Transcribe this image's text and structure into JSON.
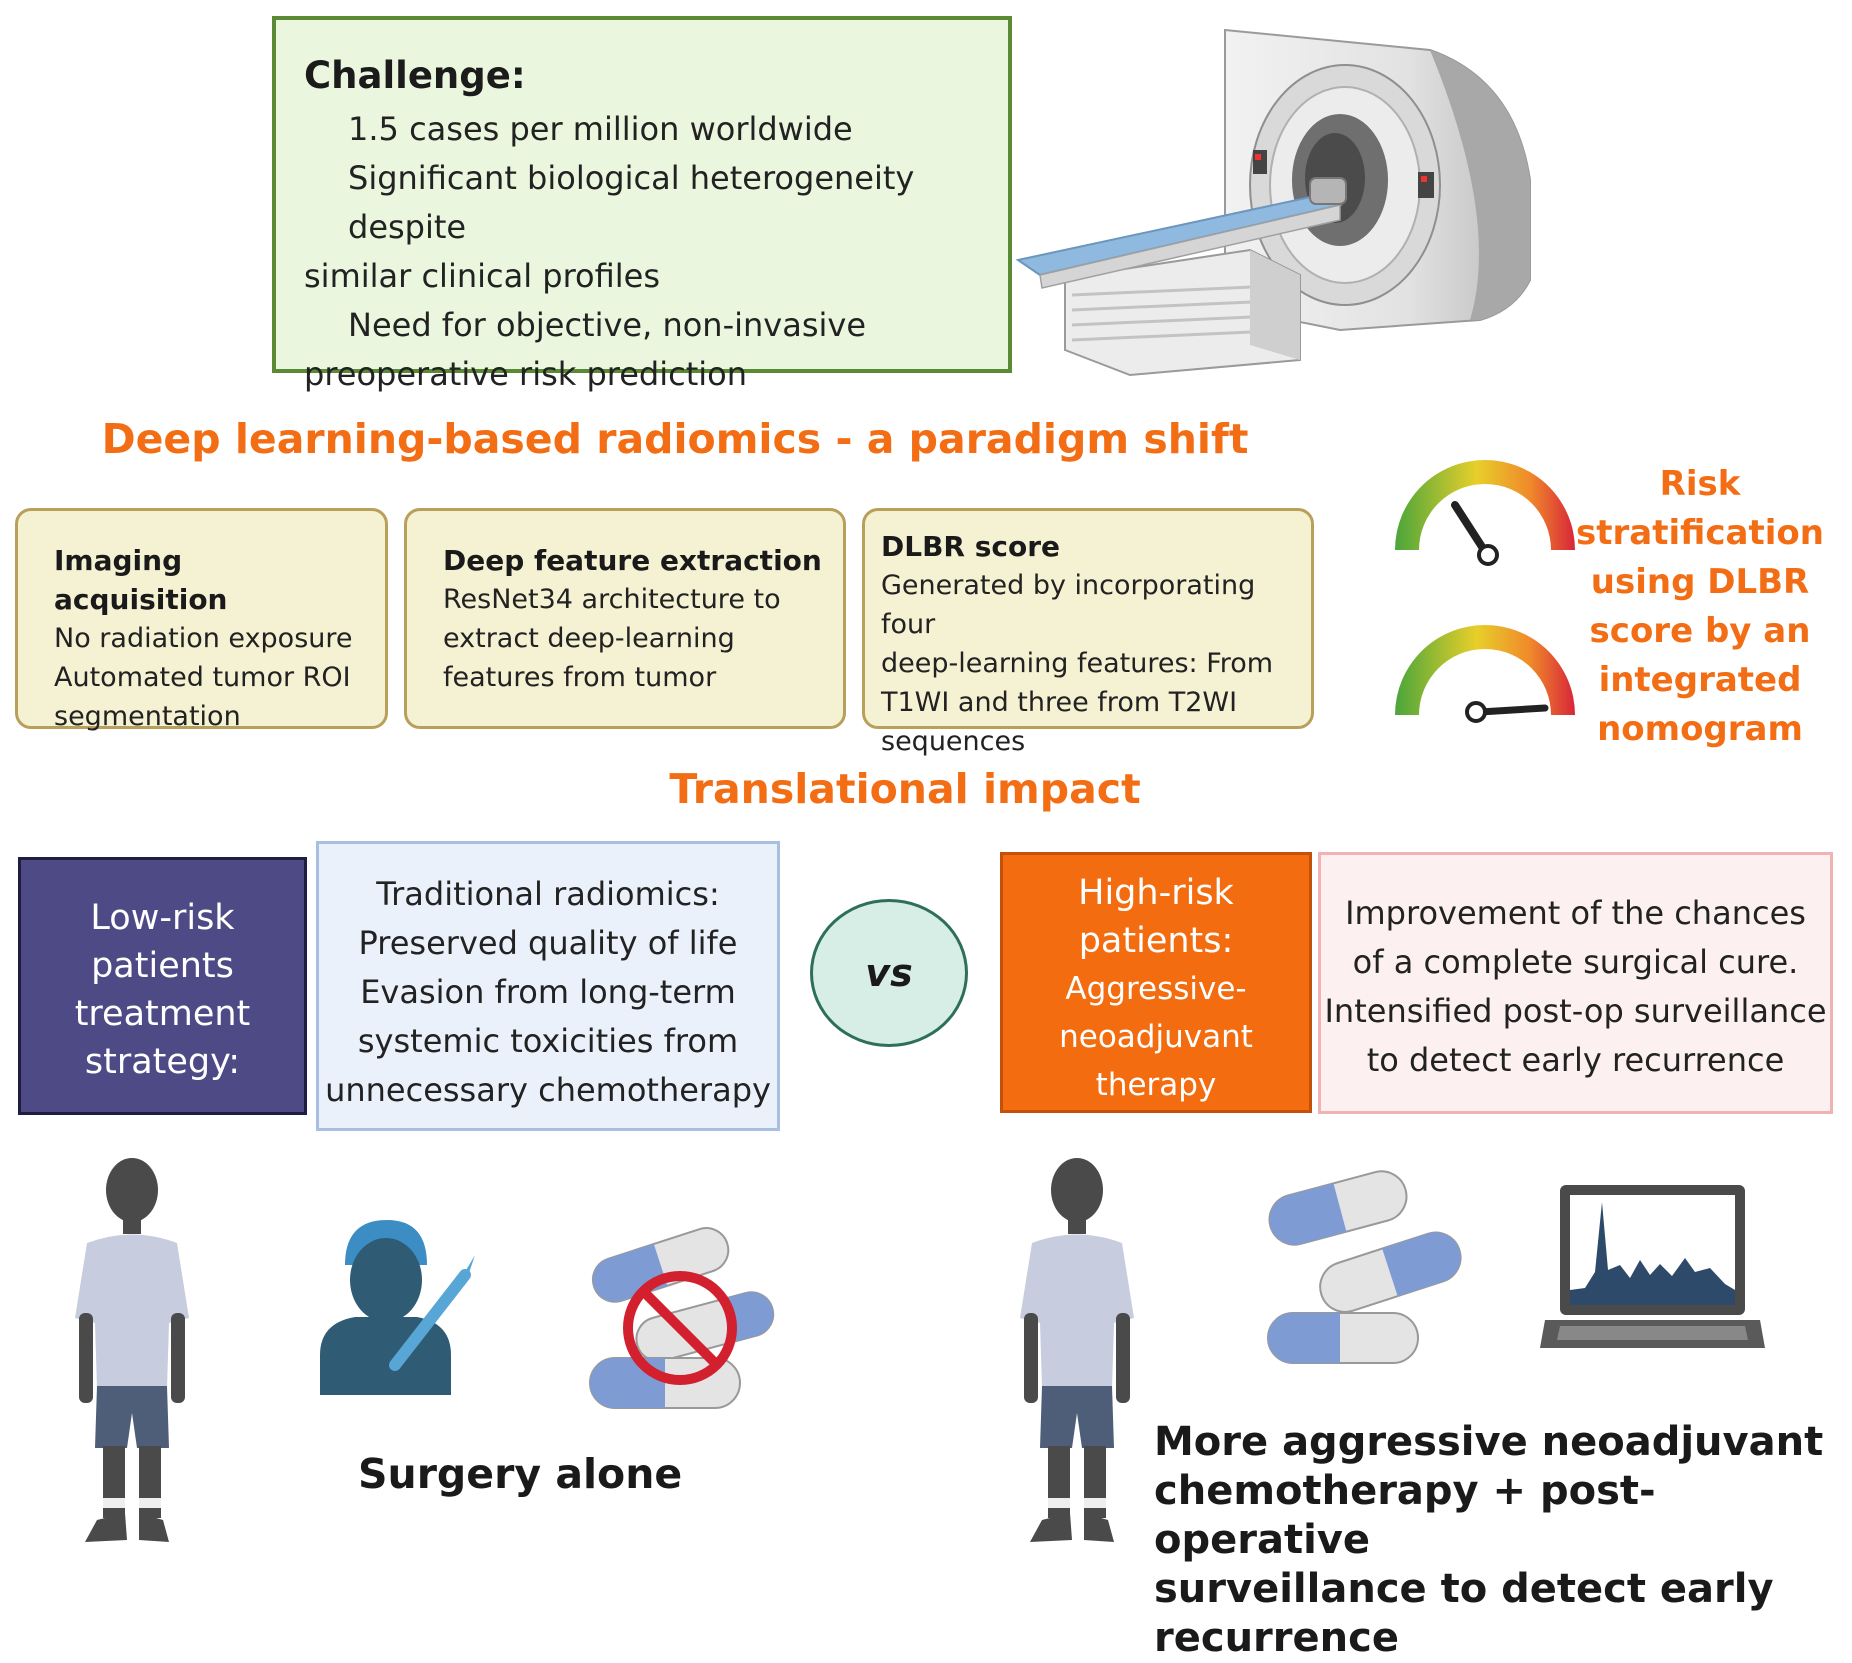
{
  "challenge": {
    "title": "Challenge:",
    "line1": "1.5 cases per million worldwide",
    "line2a": "Significant biological heterogeneity despite",
    "line2b": "similar clinical profiles",
    "line3a": "Need for objective, non-invasive",
    "line3b": "preoperative risk prediction"
  },
  "headline": "Deep learning-based radiomics - a paradigm shift",
  "steps": [
    {
      "title": "Imaging acquisition",
      "lines": [
        "No radiation exposure",
        "Automated tumor ROI",
        "segmentation"
      ]
    },
    {
      "title": "Deep feature extraction",
      "lines": [
        "ResNet34 architecture to",
        "extract deep-learning",
        "features from tumor"
      ]
    },
    {
      "title": "DLBR score",
      "lines": [
        "Generated by incorporating four",
        "deep-learning features: From",
        "T1WI and three from T2WI",
        "sequences"
      ]
    }
  ],
  "risk": {
    "lines": [
      "Risk",
      "stratification",
      "using DLBR",
      "score by an",
      "integrated",
      "nomogram"
    ]
  },
  "translational": "Translational impact",
  "low_risk": {
    "lines": [
      "Low-risk",
      "patients",
      "treatment",
      "strategy:"
    ]
  },
  "traditional": {
    "lines": [
      "Traditional radiomics:",
      "Preserved quality of life",
      "Evasion from long-term",
      "systemic toxicities from",
      "unnecessary chemotherapy"
    ]
  },
  "vs": "vs",
  "high_risk": {
    "l1": "High-risk",
    "l2": "patients:",
    "l3": "Aggressive-",
    "l4": "neoadjuvant",
    "l5": "therapy"
  },
  "improvement": {
    "lines": [
      "Improvement of the chances",
      "of a complete surgical cure.",
      "Intensified post-op surveillance",
      "to detect early recurrence"
    ]
  },
  "surgery_alone": "Surgery alone",
  "aggressive": {
    "lines": [
      "More aggressive neoadjuvant",
      "chemotherapy + post-operative",
      "surveillance to detect early",
      "recurrence"
    ]
  },
  "colors": {
    "orange": "#f26d14",
    "green_border": "#5b8a34",
    "purple": "#4e4a86",
    "blue_pill": "#7f9bd4"
  }
}
